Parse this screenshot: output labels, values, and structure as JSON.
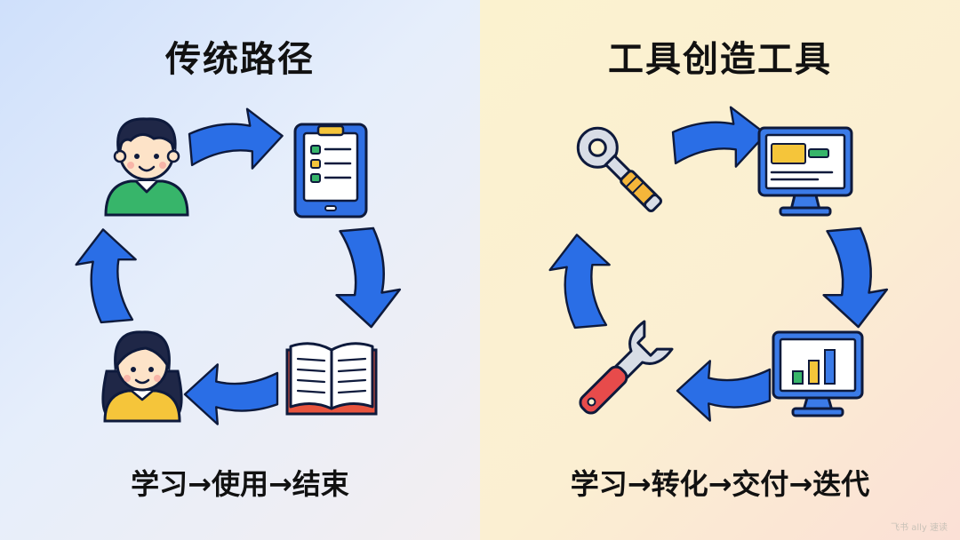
{
  "left": {
    "title": "传统路径",
    "caption": "学习→使用→结束"
  },
  "right": {
    "title": "工具创造工具",
    "caption": "学习→转化→交付→迭代"
  },
  "watermark": "飞书 ally 速读",
  "icons": {
    "left": [
      "boy-student",
      "tablet",
      "open-book",
      "girl-student"
    ],
    "right": [
      "key-wrench",
      "monitor-ui",
      "monitor-chart",
      "wrench"
    ]
  },
  "colors": {
    "arrow": "#2a6ee6",
    "outline": "#0e1a3c",
    "green": "#38b36a",
    "yellow": "#f5c53a",
    "red": "#e74b4b",
    "screen_blue": "#3b7be8"
  }
}
